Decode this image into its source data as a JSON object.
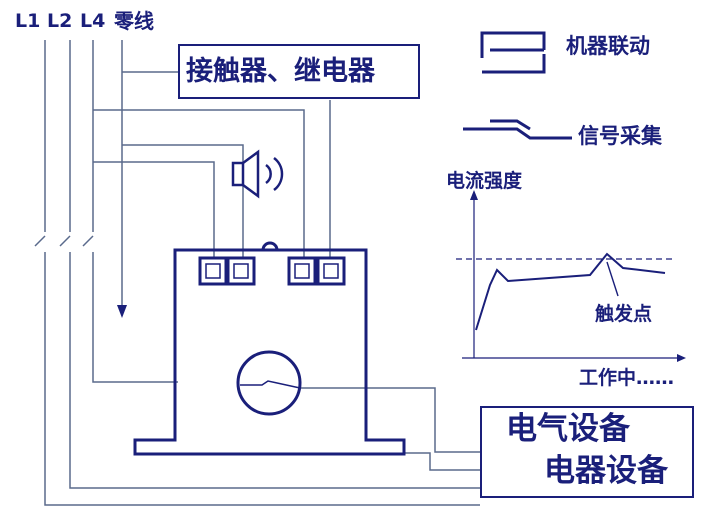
{
  "lines": {
    "l1": "L1",
    "l2": "L2",
    "l4": "L4",
    "neutral": "零线"
  },
  "relay_box": {
    "label": "接触器、继电器"
  },
  "legend": {
    "linkage": "机器联动",
    "signal": "信号采集"
  },
  "graph": {
    "ylabel": "电流强度",
    "trigger": "触发点",
    "xlabel": "工作中……"
  },
  "equipment_box": {
    "line1": "电气设备",
    "line2": "电器设备"
  },
  "colors": {
    "wire": "#5a6a8c",
    "navy": "#1a1f7a"
  }
}
